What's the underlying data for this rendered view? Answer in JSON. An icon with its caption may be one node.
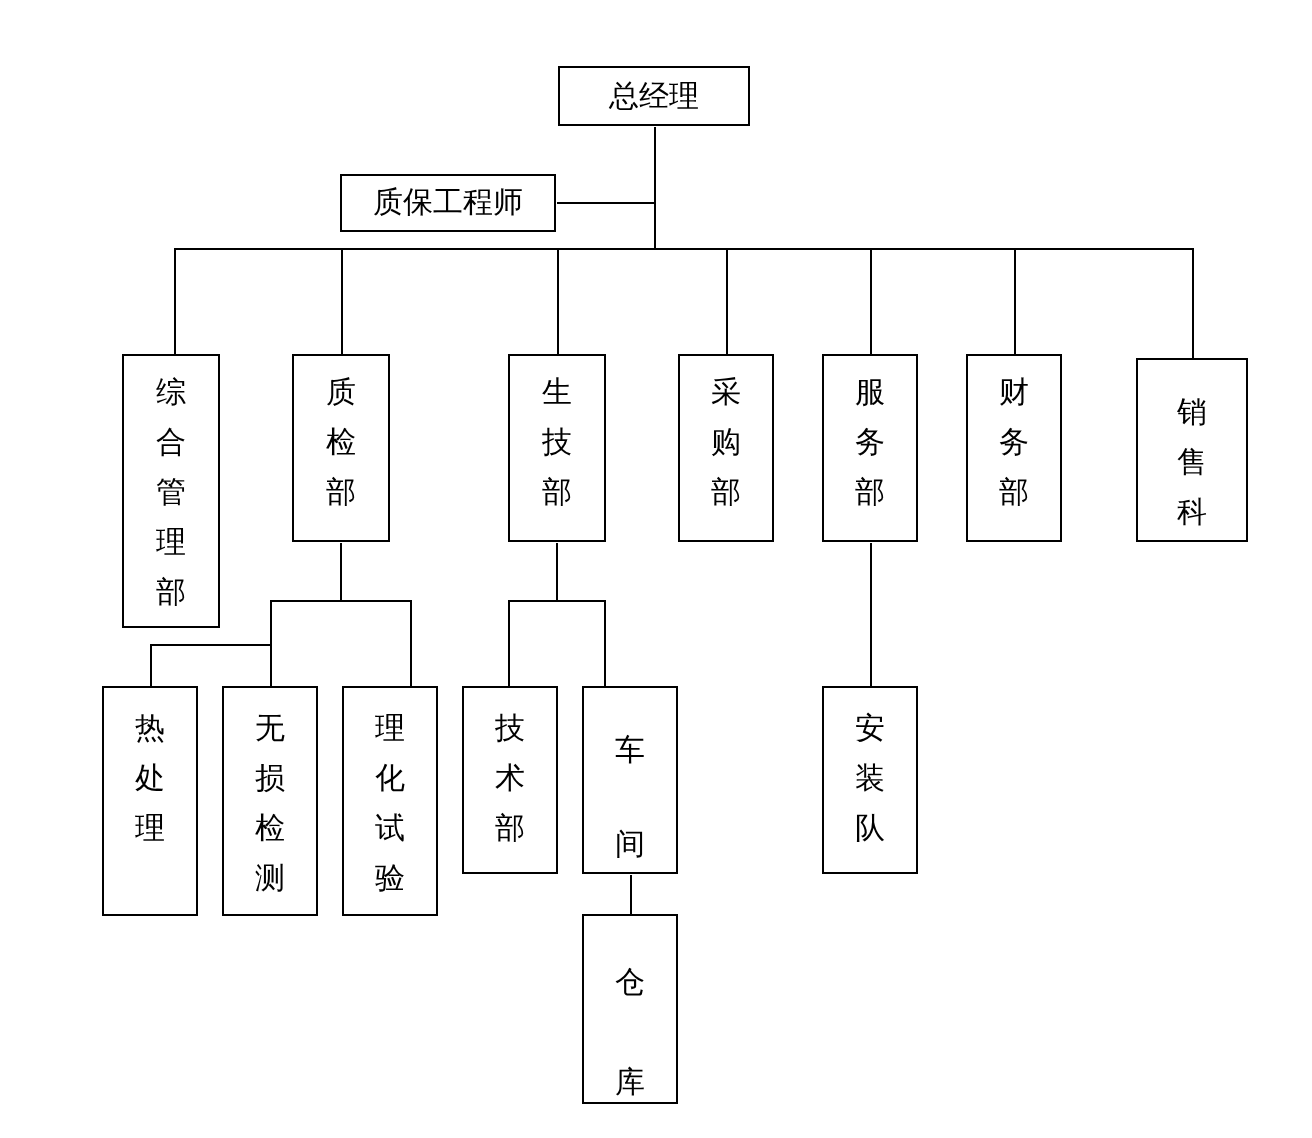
{
  "diagram": {
    "nodes": [
      {
        "text": [
          "总经理"
        ]
      },
      {
        "text": [
          "质保工程师"
        ]
      },
      {
        "text": [
          "综合管理部"
        ]
      },
      {
        "text": [
          "质检部"
        ]
      },
      {
        "text": [
          "生技部"
        ]
      },
      {
        "text": [
          "采购部"
        ]
      },
      {
        "text": [
          "服务部"
        ]
      },
      {
        "text": [
          "财务部"
        ]
      },
      {
        "text": [
          "销售科"
        ]
      },
      {
        "text": [
          "热处理"
        ]
      },
      {
        "text": [
          "无损检测"
        ]
      },
      {
        "text": [
          "理化试验"
        ]
      },
      {
        "text": [
          "技术部"
        ]
      },
      {
        "text": [
          "车间"
        ]
      },
      {
        "text": [
          "安装队"
        ]
      },
      {
        "text": [
          "仓库"
        ]
      }
    ],
    "edges": [
      {
        "from": 0,
        "to": 1,
        "arrow": "none"
      },
      {
        "from": 0,
        "to": 2,
        "arrow": "none"
      },
      {
        "from": 0,
        "to": 3,
        "arrow": "none"
      },
      {
        "from": 0,
        "to": 4,
        "arrow": "none"
      },
      {
        "from": 0,
        "to": 5,
        "arrow": "none"
      },
      {
        "from": 0,
        "to": 6,
        "arrow": "none"
      },
      {
        "from": 0,
        "to": 7,
        "arrow": "none"
      },
      {
        "from": 0,
        "to": 8,
        "arrow": "none"
      },
      {
        "from": 3,
        "to": 9,
        "arrow": "none"
      },
      {
        "from": 3,
        "to": 10,
        "arrow": "none"
      },
      {
        "from": 3,
        "to": 11,
        "arrow": "none"
      },
      {
        "from": 4,
        "to": 12,
        "arrow": "none"
      },
      {
        "from": 4,
        "to": 13,
        "arrow": "none"
      },
      {
        "from": 6,
        "to": 14,
        "arrow": "none"
      },
      {
        "from": 13,
        "to": 15,
        "arrow": "none"
      }
    ]
  }
}
